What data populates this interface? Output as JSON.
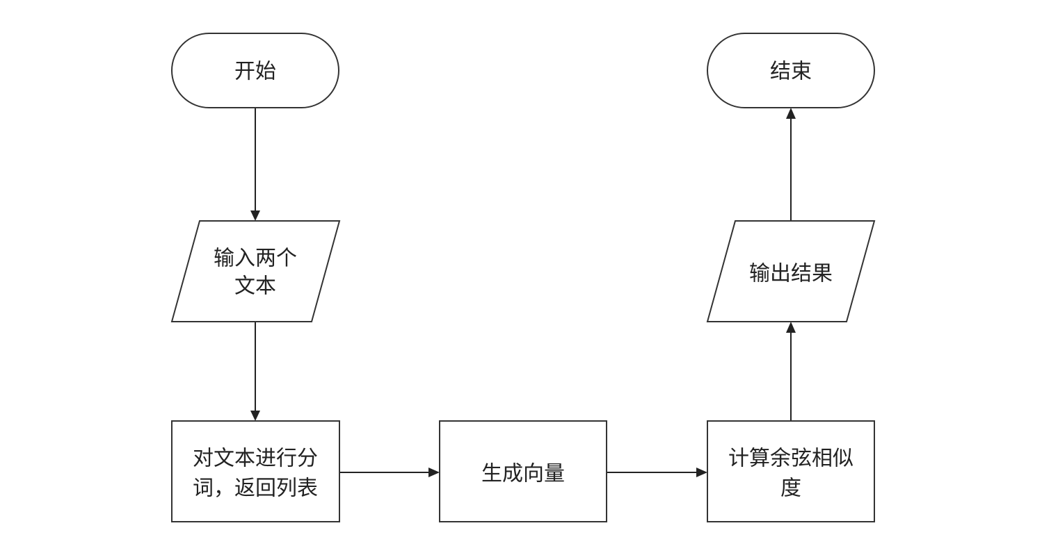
{
  "flowchart": {
    "nodes": {
      "start": {
        "label": "开始",
        "shape": "terminator"
      },
      "input_texts": {
        "line1": "输入两个",
        "line2": "文本",
        "shape": "parallelogram"
      },
      "tokenize": {
        "line1": "对文本进行分",
        "line2": "词，返回列表",
        "shape": "rectangle"
      },
      "generate_vectors": {
        "label": "生成向量",
        "shape": "rectangle"
      },
      "cosine_similarity": {
        "line1": "计算余弦相似",
        "line2": "度",
        "shape": "rectangle"
      },
      "output_result": {
        "label": "输出结果",
        "shape": "parallelogram"
      },
      "end": {
        "label": "结束",
        "shape": "terminator"
      }
    },
    "edges": [
      [
        "start",
        "input_texts"
      ],
      [
        "input_texts",
        "tokenize"
      ],
      [
        "tokenize",
        "generate_vectors"
      ],
      [
        "generate_vectors",
        "cosine_similarity"
      ],
      [
        "cosine_similarity",
        "output_result"
      ],
      [
        "output_result",
        "end"
      ]
    ],
    "colors": {
      "stroke": "#333333",
      "fill": "#ffffff",
      "text": "#222222"
    }
  }
}
